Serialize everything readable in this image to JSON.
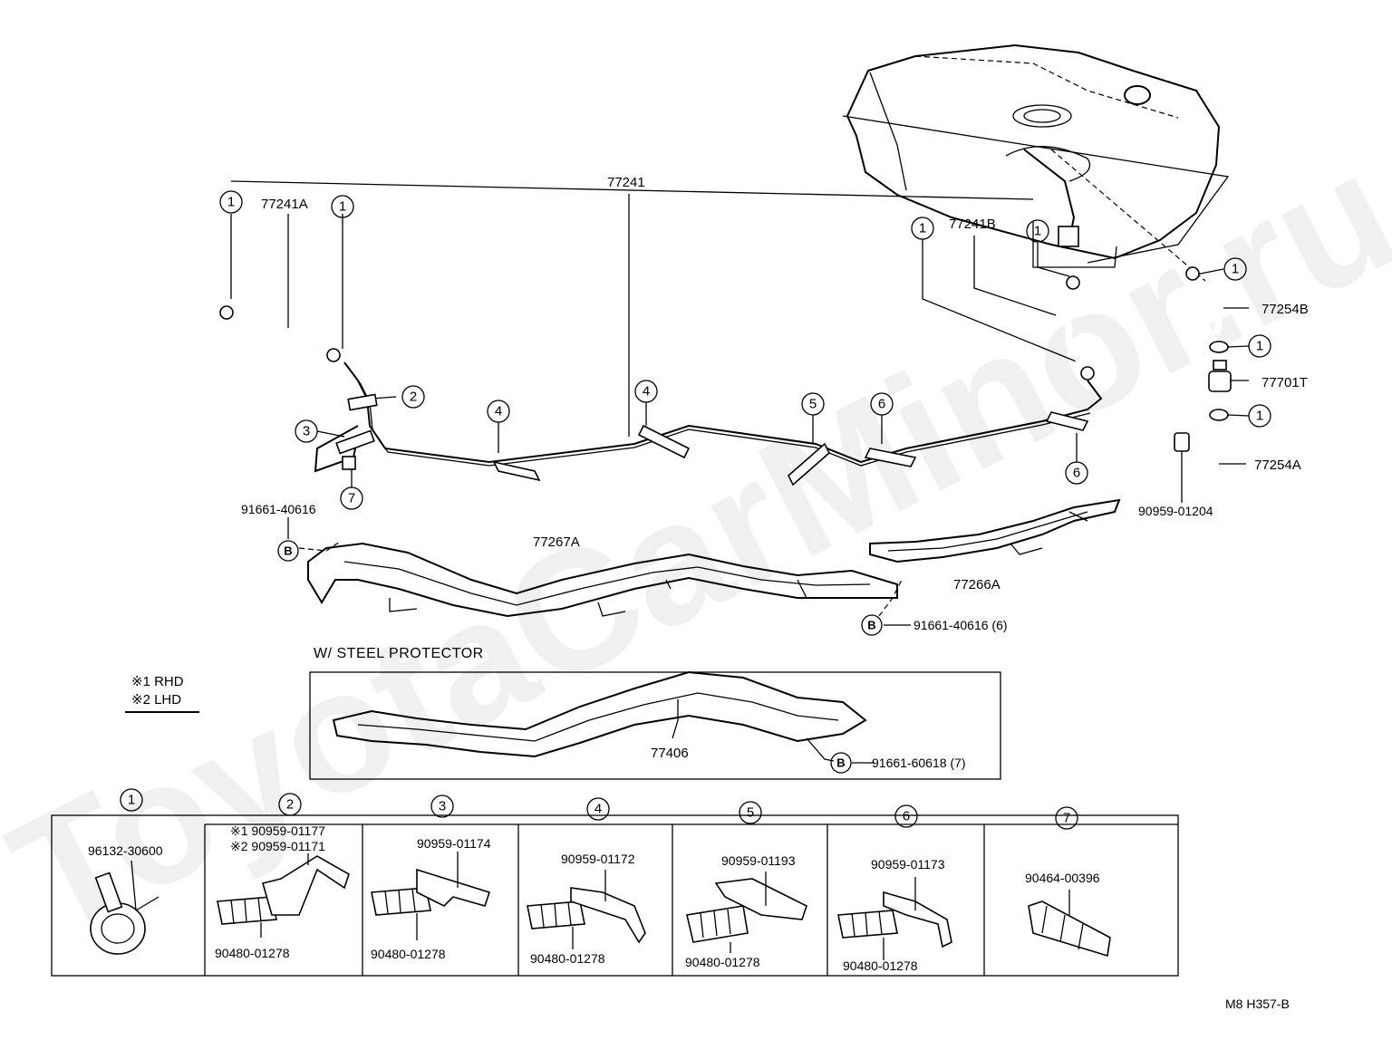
{
  "watermark": "ToyotaCarMinor.ru",
  "labels": {
    "p77241": "77241",
    "p77241A": "77241A",
    "p77241B": "77241B",
    "p77254B": "77254B",
    "p77701T": "77701T",
    "p77254A": "77254A",
    "p90959_01204": "90959-01204",
    "p91661_40616": "91661-40616",
    "p77267A": "77267A",
    "p77266A": "77266A",
    "p91661_40616_6": "91661-40616 (6)",
    "p77406": "77406",
    "p91661_60618_7": "91661-60618 (7)",
    "steel_protector": "W/ STEEL PROTECTOR",
    "legend_rhd": "※1 RHD",
    "legend_lhd": "※2 LHD",
    "footer_code": "M8  H357-B",
    "ref_b": "B"
  },
  "callouts": [
    "1",
    "2",
    "3",
    "4",
    "5",
    "6",
    "7"
  ],
  "boxes": [
    {
      "num": "1",
      "top": "96132-30600",
      "bottom": ""
    },
    {
      "num": "2",
      "top": "※1 90959-01177",
      "top2": "※2 90959-01171",
      "bottom": "90480-01278"
    },
    {
      "num": "3",
      "top": "90959-01174",
      "bottom": "90480-01278"
    },
    {
      "num": "4",
      "top": "90959-01172",
      "bottom": "90480-01278"
    },
    {
      "num": "5",
      "top": "90959-01193",
      "bottom": "90480-01278"
    },
    {
      "num": "6",
      "top": "90959-01173",
      "bottom": "90480-01278"
    },
    {
      "num": "7",
      "top": "90464-00396",
      "bottom": ""
    }
  ]
}
